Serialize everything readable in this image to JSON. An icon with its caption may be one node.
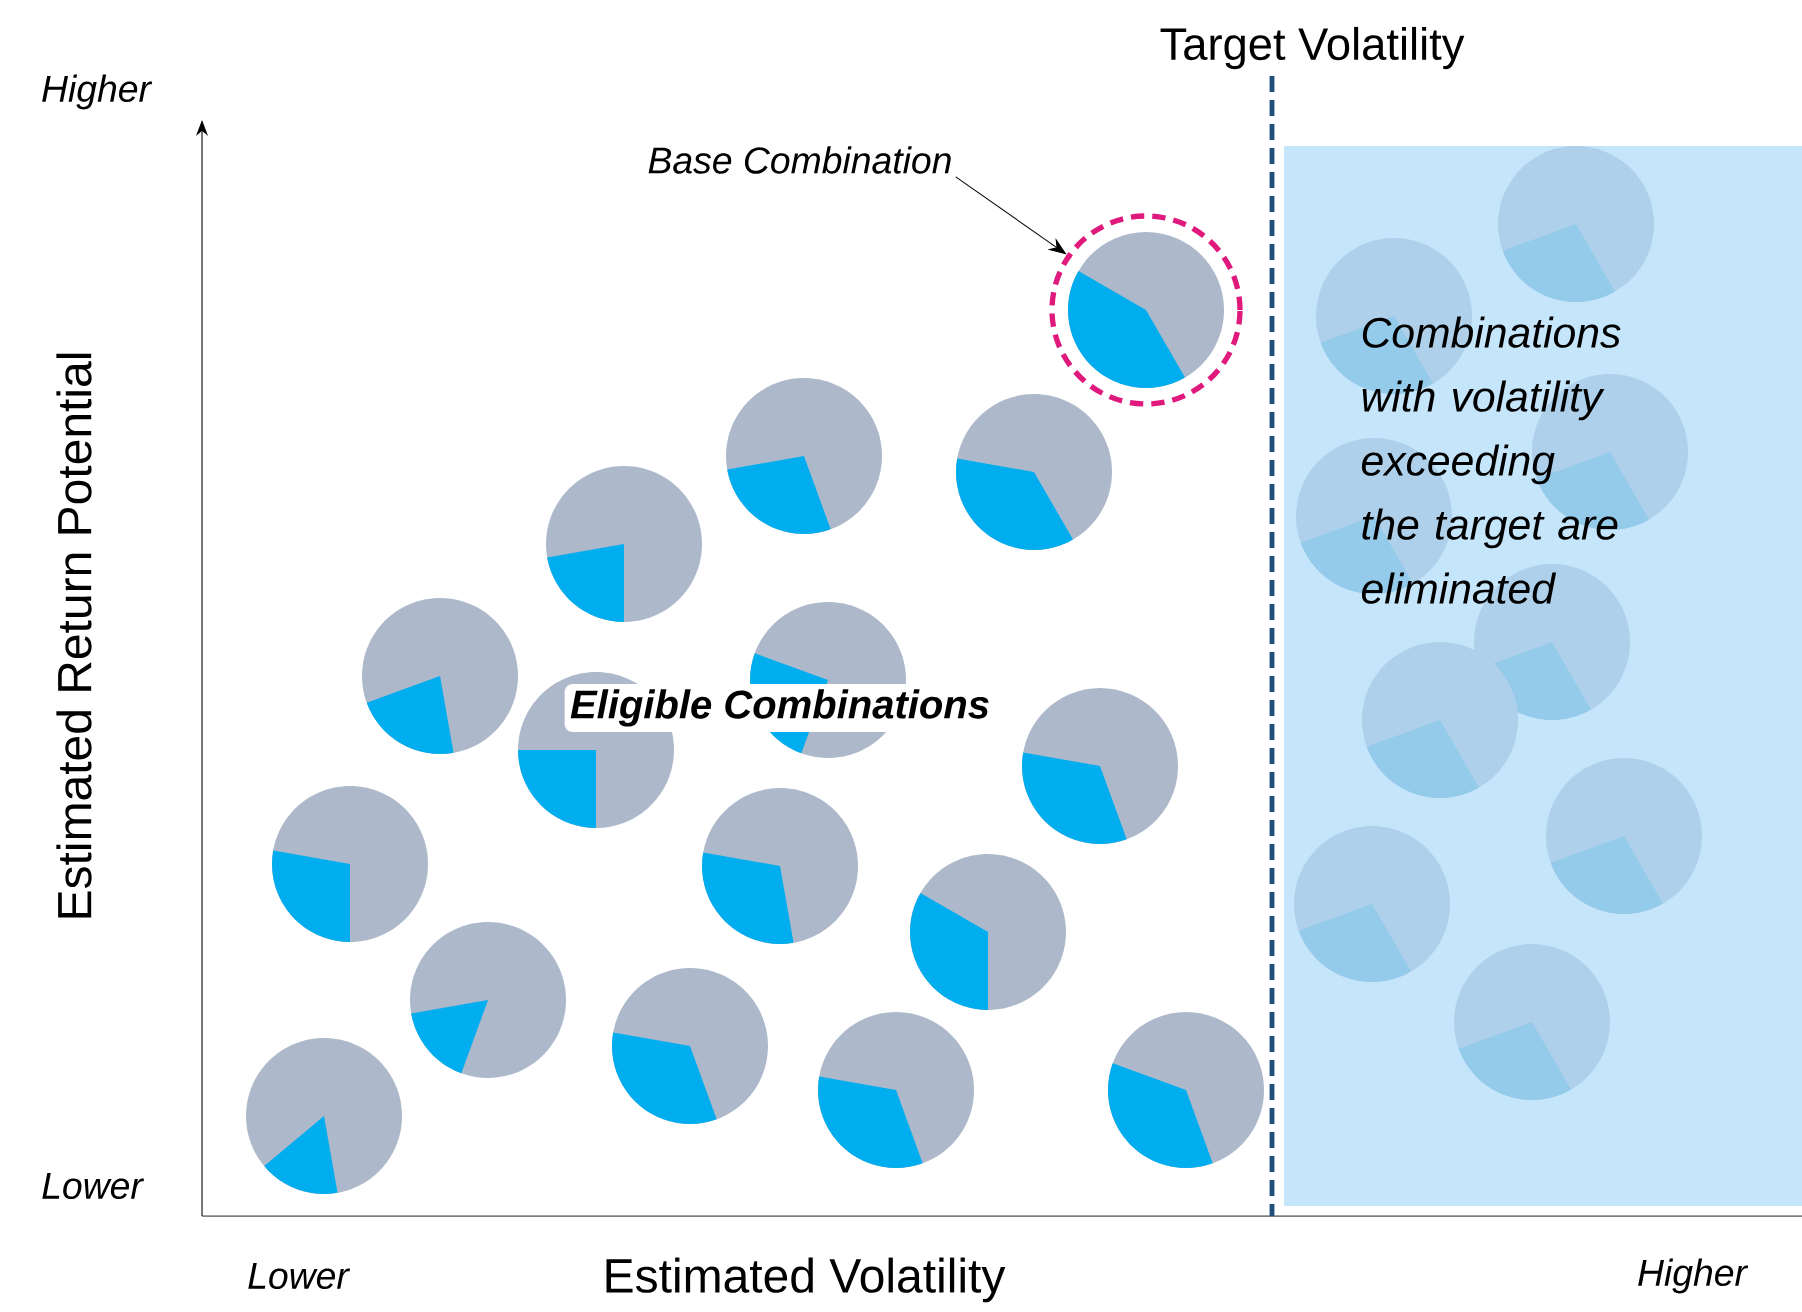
{
  "diagram": {
    "nodes": [
      {
        "text": [
          "Base Combination"
        ]
      },
      {
        "text": [],
        "shape": "circle"
      },
      {
        "text": [
          "Combinations with volatility exceeding the target are eliminated"
        ]
      }
    ],
    "edges": [
      {
        "from": 0,
        "to": 1,
        "arrow": "to"
      }
    ],
    "labels": [
      "Target Volatility",
      "Higher",
      "Estimated Return Potential",
      "Eligible Combinations",
      "Lower",
      "Lower",
      "Estimated Volatility",
      "Higher"
    ]
  }
}
